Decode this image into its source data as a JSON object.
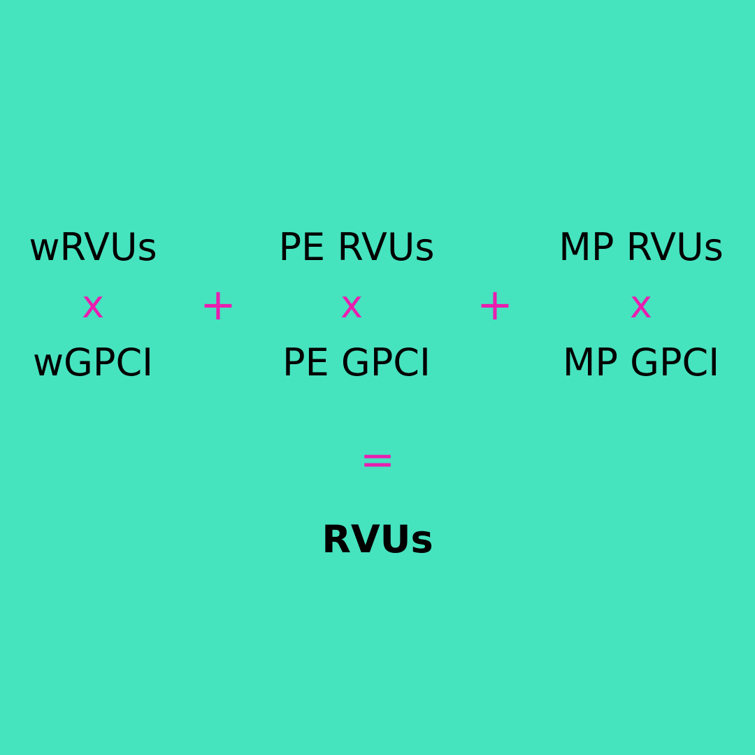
{
  "colors": {
    "background": "#46e3bf",
    "operator": "#e91eaf",
    "text": "#000000"
  },
  "formula": {
    "terms": [
      {
        "top": "wRVUs",
        "operator": "x",
        "bottom": "wGPCI"
      },
      {
        "top": "PE RVUs",
        "operator": "x",
        "bottom": "PE GPCI"
      },
      {
        "top": "MP RVUs",
        "operator": "x",
        "bottom": "MP GPCI"
      }
    ],
    "plus_1": "+",
    "plus_2": "+",
    "equals": "=",
    "result": "RVUs"
  }
}
